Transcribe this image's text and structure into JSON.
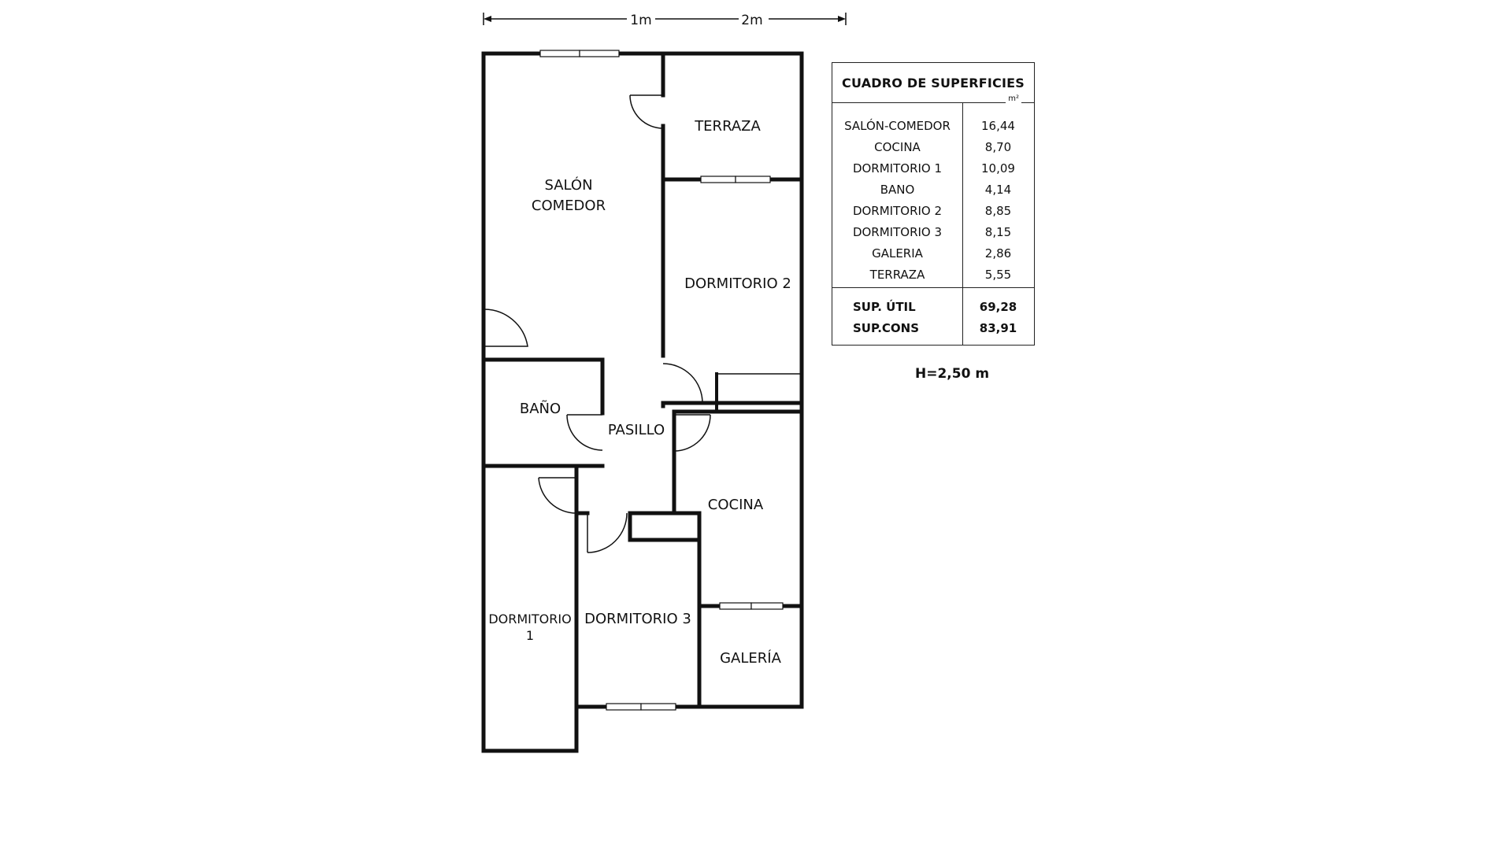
{
  "scale": {
    "mark_1": "1m",
    "mark_2": "2m"
  },
  "rooms": {
    "salon_comedor": [
      "SALÓN",
      "COMEDOR"
    ],
    "terraza": "TERRAZA",
    "dormitorio_2": "DORMITORIO 2",
    "bano": "BAÑO",
    "pasillo": "PASILLO",
    "cocina": "COCINA",
    "dormitorio_1": [
      "DORMITORIO",
      "1"
    ],
    "dormitorio_3": "DORMITORIO 3",
    "galeria": "GALERÍA"
  },
  "surface_table": {
    "title": "CUADRO DE SUPERFICIES",
    "unit": "m²",
    "rows": [
      {
        "name": "SALÓN-COMEDOR",
        "value": "16,44"
      },
      {
        "name": "COCINA",
        "value": "8,70"
      },
      {
        "name": "DORMITORIO 1",
        "value": "10,09"
      },
      {
        "name": "BANO",
        "value": "4,14"
      },
      {
        "name": "DORMITORIO 2",
        "value": "8,85"
      },
      {
        "name": "DORMITORIO 3",
        "value": "8,15"
      },
      {
        "name": "GALERIA",
        "value": "2,86"
      },
      {
        "name": "TERRAZA",
        "value": "5,55"
      }
    ],
    "totals": [
      {
        "name": "SUP. ÚTIL",
        "value": "69,28"
      },
      {
        "name": "SUP.CONS",
        "value": "83,91"
      }
    ]
  },
  "height_label": "H=2,50 m"
}
